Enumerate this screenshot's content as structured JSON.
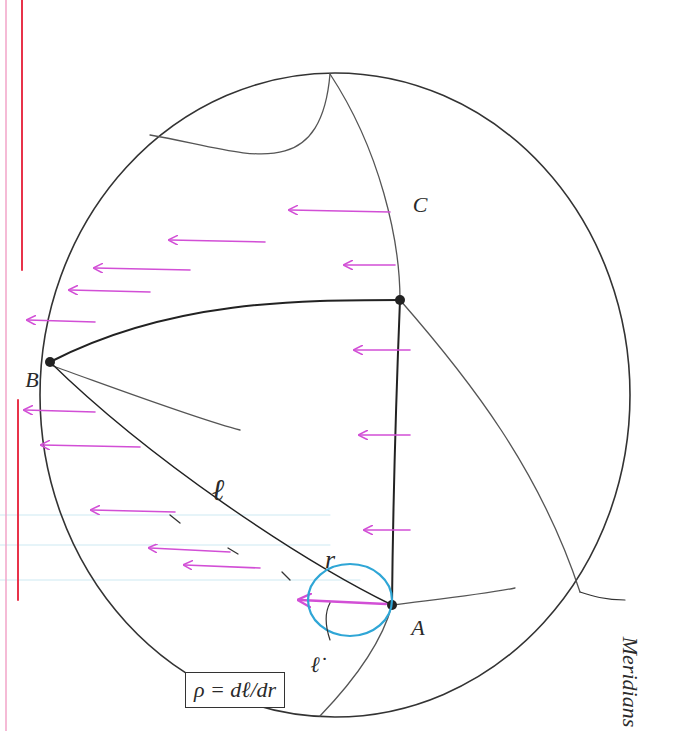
{
  "diagram": {
    "labels": [
      "B",
      "C",
      "A",
      "ℓ",
      "r",
      "ℓ̇",
      "ρ = dℓ/dr",
      "Meridians"
    ]
  }
}
